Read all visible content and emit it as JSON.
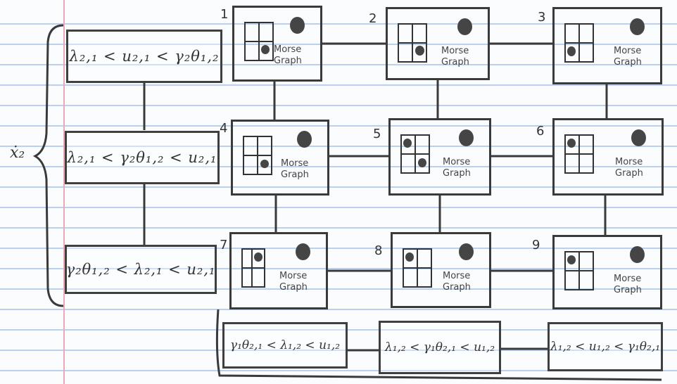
{
  "variable_label": "ẋ₂",
  "row_conditions": [
    "λ₂,₁ < u₂,₁ < γ₂θ₁,₂",
    "λ₂,₁ < γ₂θ₁,₂ < u₂,₁",
    "γ₂θ₁,₂ < λ₂,₁ < u₂,₁"
  ],
  "column_conditions": [
    "γ₁θ₂,₁ < λ₁,₂ < u₁,₂",
    "λ₁,₂ < γ₁θ₂,₁ < u₁,₂",
    "λ₁,₂ < u₁,₂ < γ₁θ₂,₁"
  ],
  "cells": [
    {
      "number": "1",
      "label_line1": "Morse",
      "label_line2": "Graph",
      "small_dot": "bottom-right"
    },
    {
      "number": "2",
      "label_line1": "Morse",
      "label_line2": "Graph",
      "small_dot": "bottom-right"
    },
    {
      "number": "3",
      "label_line1": "Morse",
      "label_line2": "Graph",
      "small_dot": "bottom-left"
    },
    {
      "number": "4",
      "label_line1": "Morse",
      "label_line2": "Graph",
      "small_dot": "bottom-right"
    },
    {
      "number": "5",
      "label_line1": "Morse",
      "label_line2": "Graph",
      "small_dot": "top-left + bottom-right"
    },
    {
      "number": "6",
      "label_line1": "Morse",
      "label_line2": "Graph",
      "small_dot": "top-left"
    },
    {
      "number": "7",
      "label_line1": "Morse",
      "label_line2": "Graph",
      "small_dot": "top-right"
    },
    {
      "number": "8",
      "label_line1": "Morse",
      "label_line2": "Graph",
      "small_dot": "top-left"
    },
    {
      "number": "9",
      "label_line1": "Morse",
      "label_line2": "Graph",
      "small_dot": "top-left"
    }
  ]
}
